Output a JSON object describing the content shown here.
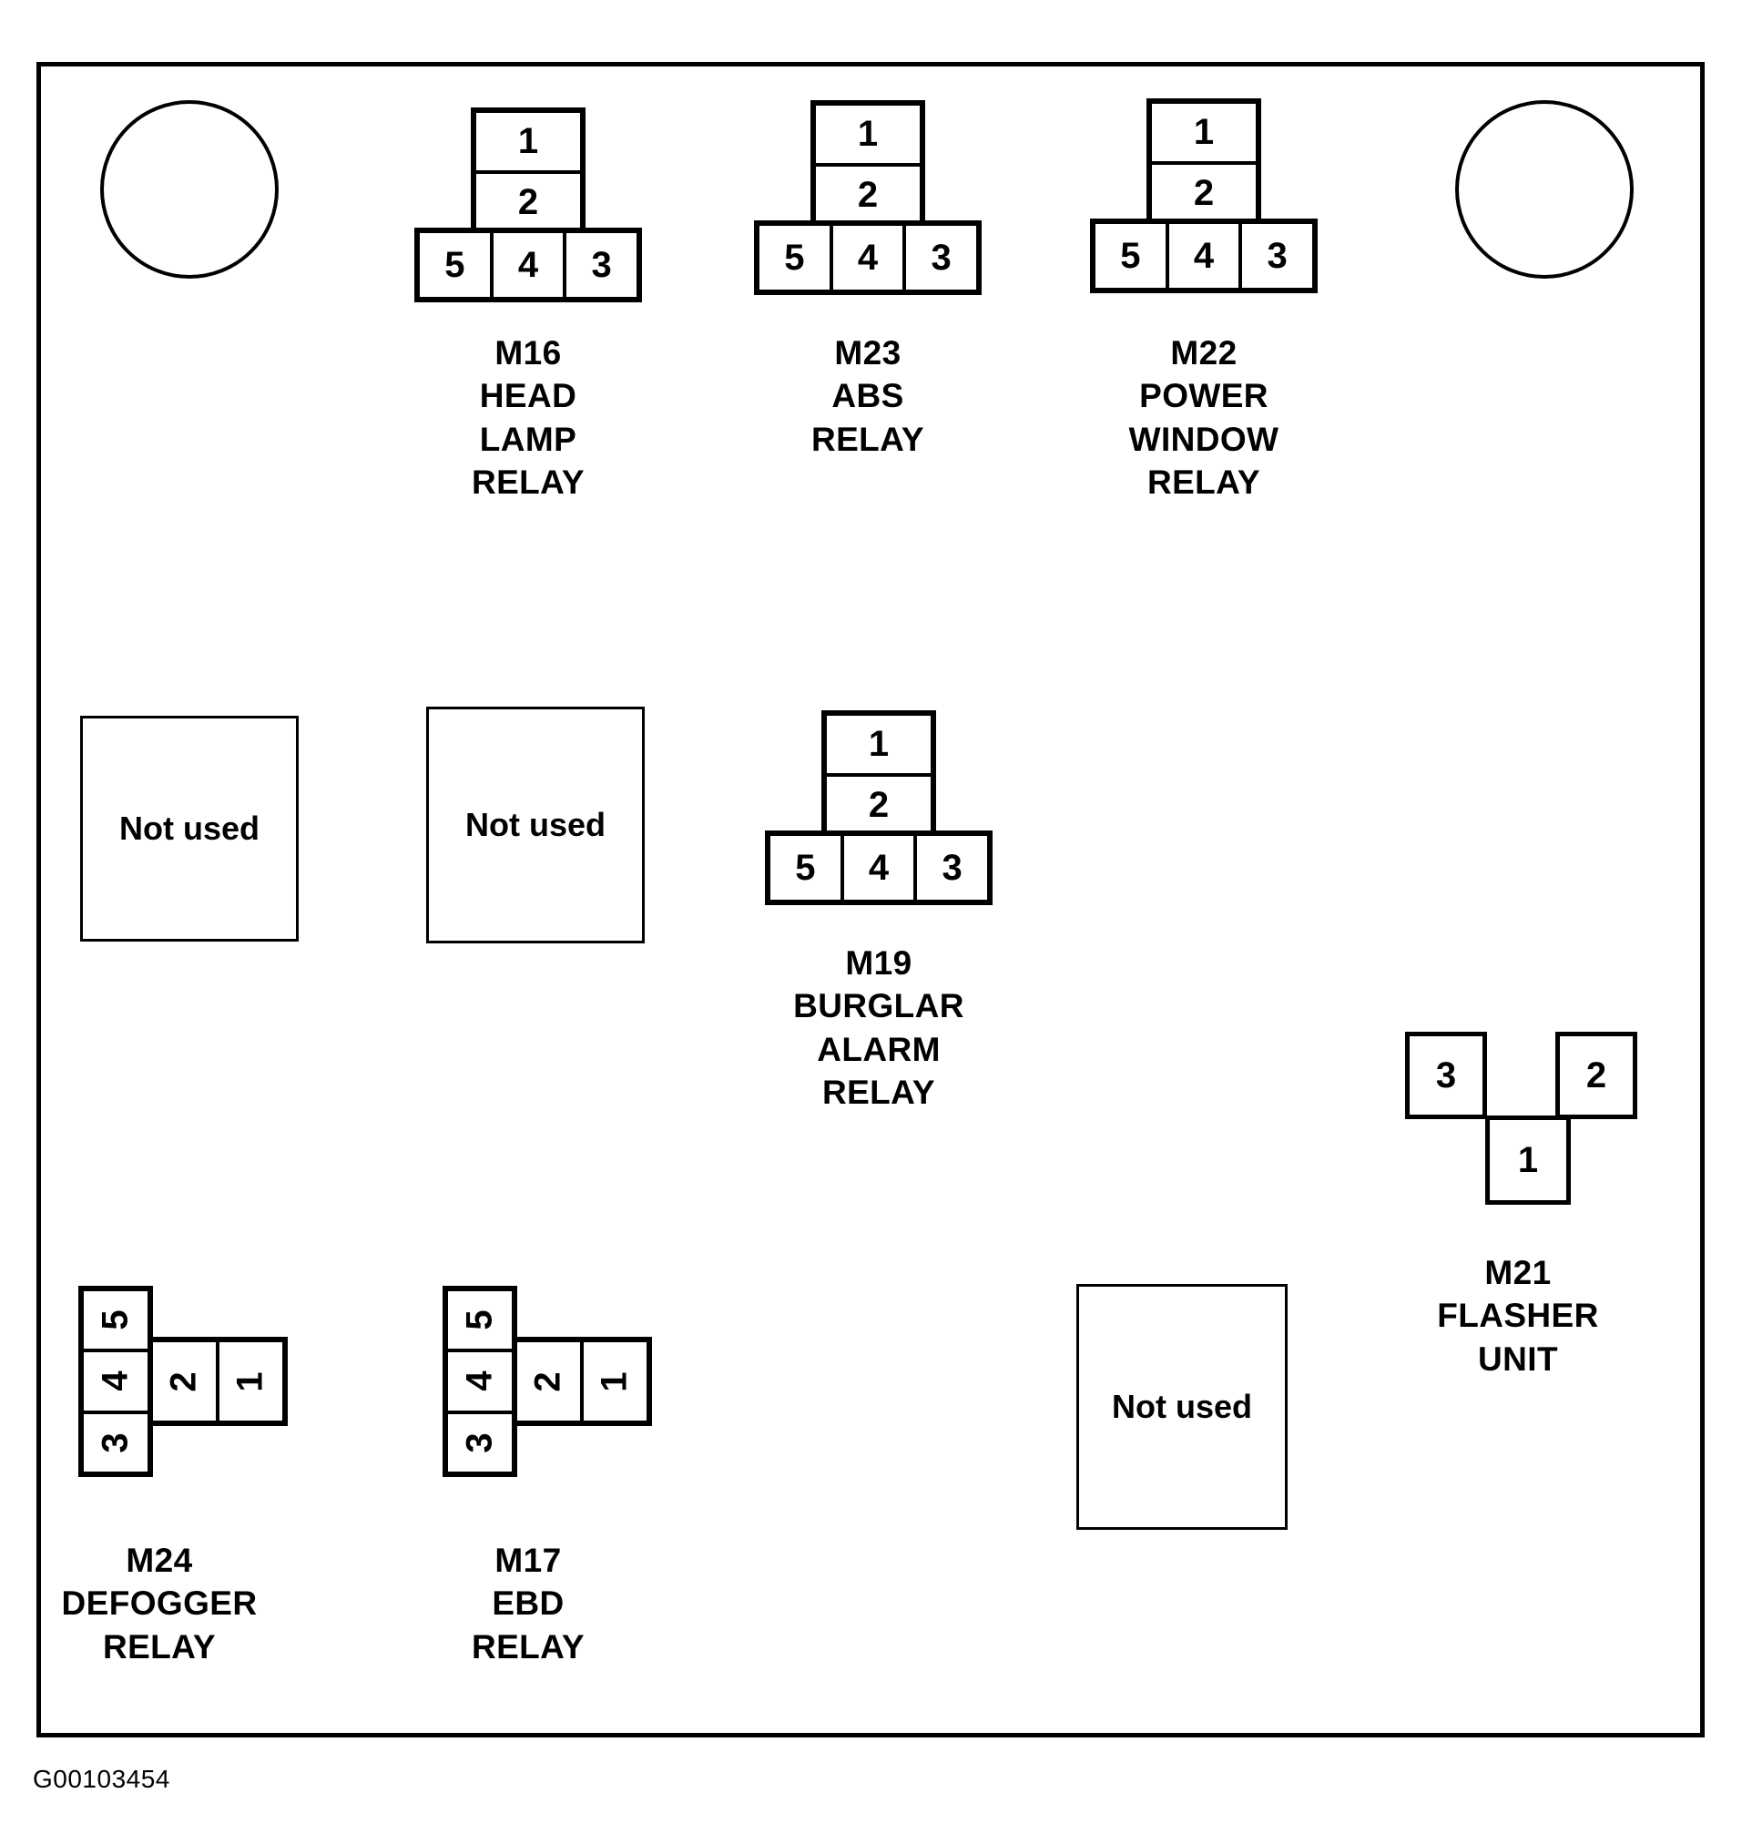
{
  "figure": {
    "reference_code": "G00103454",
    "frame_color": "#000000",
    "background_color": "#ffffff"
  },
  "mount_holes": [
    {
      "name": "top-left"
    },
    {
      "name": "top-right"
    }
  ],
  "relays": [
    {
      "id": "M16",
      "code": "M16",
      "name": "HEAD\nLAMP\nRELAY",
      "caption": "M16\nHEAD\nLAMP\nRELAY",
      "orientation": "upright",
      "pins_top": [
        "1",
        "2"
      ],
      "pins_bottom": [
        "5",
        "4",
        "3"
      ]
    },
    {
      "id": "M23",
      "code": "M23",
      "name": "ABS\nRELAY",
      "caption": "M23\nABS\nRELAY",
      "orientation": "upright",
      "pins_top": [
        "1",
        "2"
      ],
      "pins_bottom": [
        "5",
        "4",
        "3"
      ]
    },
    {
      "id": "M22",
      "code": "M22",
      "name": "POWER\nWINDOW\nRELAY",
      "caption": "M22\nPOWER\nWINDOW\nRELAY",
      "orientation": "upright",
      "pins_top": [
        "1",
        "2"
      ],
      "pins_bottom": [
        "5",
        "4",
        "3"
      ]
    },
    {
      "id": "M19",
      "code": "M19",
      "name": "BURGLAR\nALARM\nRELAY",
      "caption": "M19\nBURGLAR\nALARM\nRELAY",
      "orientation": "upright",
      "pins_top": [
        "1",
        "2"
      ],
      "pins_bottom": [
        "5",
        "4",
        "3"
      ]
    },
    {
      "id": "M24",
      "code": "M24",
      "name": "DEFOGGER\nRELAY",
      "caption": "M24\nDEFOGGER\nRELAY",
      "orientation": "rotated",
      "pins_column": [
        "5",
        "4",
        "3"
      ],
      "pins_block": [
        "2",
        "1"
      ]
    },
    {
      "id": "M17",
      "code": "M17",
      "name": "EBD\nRELAY",
      "caption": "M17\nEBD\nRELAY",
      "orientation": "rotated",
      "pins_column": [
        "5",
        "4",
        "3"
      ],
      "pins_block": [
        "2",
        "1"
      ]
    },
    {
      "id": "M21",
      "code": "M21",
      "name": "FLASHER\nUNIT",
      "caption": "M21\nFLASHER\nUNIT",
      "orientation": "flasher",
      "pin_left": "3",
      "pin_right": "2",
      "pin_bottom": "1"
    }
  ],
  "empty_slots": [
    {
      "id": "empty-1",
      "label": "Not used"
    },
    {
      "id": "empty-2",
      "label": "Not used"
    },
    {
      "id": "empty-3",
      "label": "Not used"
    }
  ]
}
